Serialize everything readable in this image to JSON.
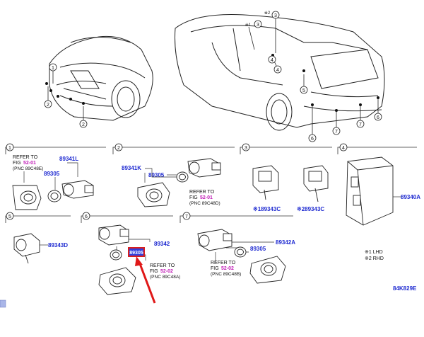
{
  "top_markers": {
    "front_left": [
      "1",
      "2",
      "2"
    ],
    "rear_top": [
      "※2",
      "3",
      "※1",
      "3",
      "4",
      "4"
    ],
    "rear_side": [
      "5",
      "6",
      "7",
      "7",
      "6"
    ]
  },
  "sections": [
    {
      "num": "1",
      "refer_label": "REFER TO",
      "fig_prefix": "FIG",
      "fig": "52-01",
      "pnc": "(PNC 89C48E)",
      "part_a": "89341L",
      "part_b": "89305"
    },
    {
      "num": "2",
      "refer_label": "REFER TO",
      "fig_prefix": "FIG",
      "fig": "52-01",
      "pnc": "(PNC 89C48D)",
      "part_a": "89341K",
      "part_b": "89305"
    },
    {
      "num": "3",
      "part_a": "※189343C",
      "part_b": "※289343C"
    },
    {
      "num": "4",
      "part_a": "89340A"
    },
    {
      "num": "5",
      "part_a": "89343D"
    },
    {
      "num": "6",
      "refer_label": "REFER TO",
      "fig_prefix": "FIG",
      "fig": "52-02",
      "pnc": "(PNC 89C48A)",
      "part_a": "89342",
      "highlight": "89305"
    },
    {
      "num": "7",
      "refer_label": "REFER TO",
      "fig_prefix": "FIG",
      "fig": "52-02",
      "pnc": "(PNC 89C48B)",
      "part_a": "89342A",
      "part_b": "89305"
    }
  ],
  "legend": {
    "lhd": "※1 LHD",
    "rhd": "※2 RHD"
  },
  "code": "84K829E",
  "colors": {
    "part_number": "#1f2bd1",
    "fig_ref": "#c21fb8",
    "highlight_box": "#d81f1f",
    "arrow": "#e01818"
  }
}
